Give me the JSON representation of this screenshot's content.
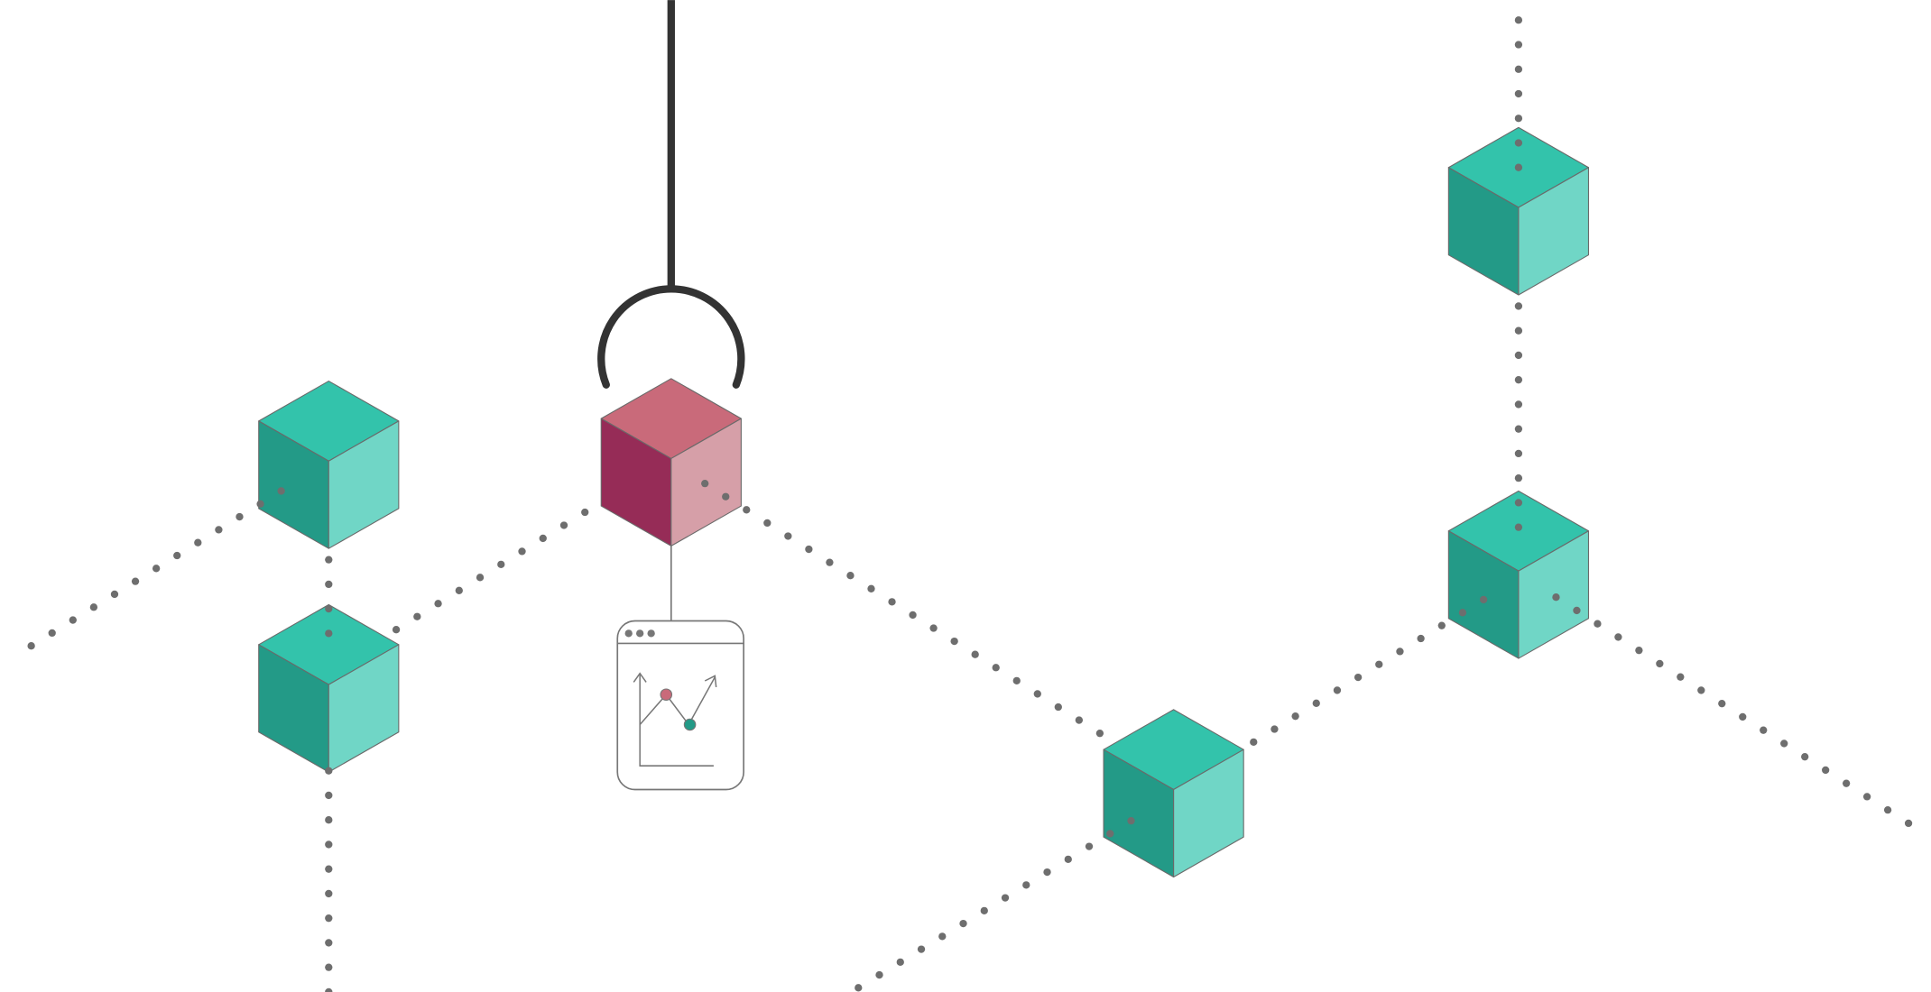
{
  "colors": {
    "teal_top": "#33c3ab",
    "teal_left": "#239a87",
    "teal_right": "#70d6c6",
    "pink_top": "#c96a7a",
    "pink_left": "#962c57",
    "pink_right": "#d69fa8",
    "dot": "#6e6e6e",
    "hook": "#333333",
    "outline": "#6a6a6a"
  },
  "scene": {
    "cubes": [
      {
        "name": "teal-cube",
        "variant": "teal"
      },
      {
        "name": "teal-cube",
        "variant": "teal"
      },
      {
        "name": "selected-pink-cube",
        "variant": "pink"
      },
      {
        "name": "teal-cube",
        "variant": "teal"
      },
      {
        "name": "teal-cube",
        "variant": "teal"
      },
      {
        "name": "teal-cube",
        "variant": "teal"
      }
    ]
  }
}
